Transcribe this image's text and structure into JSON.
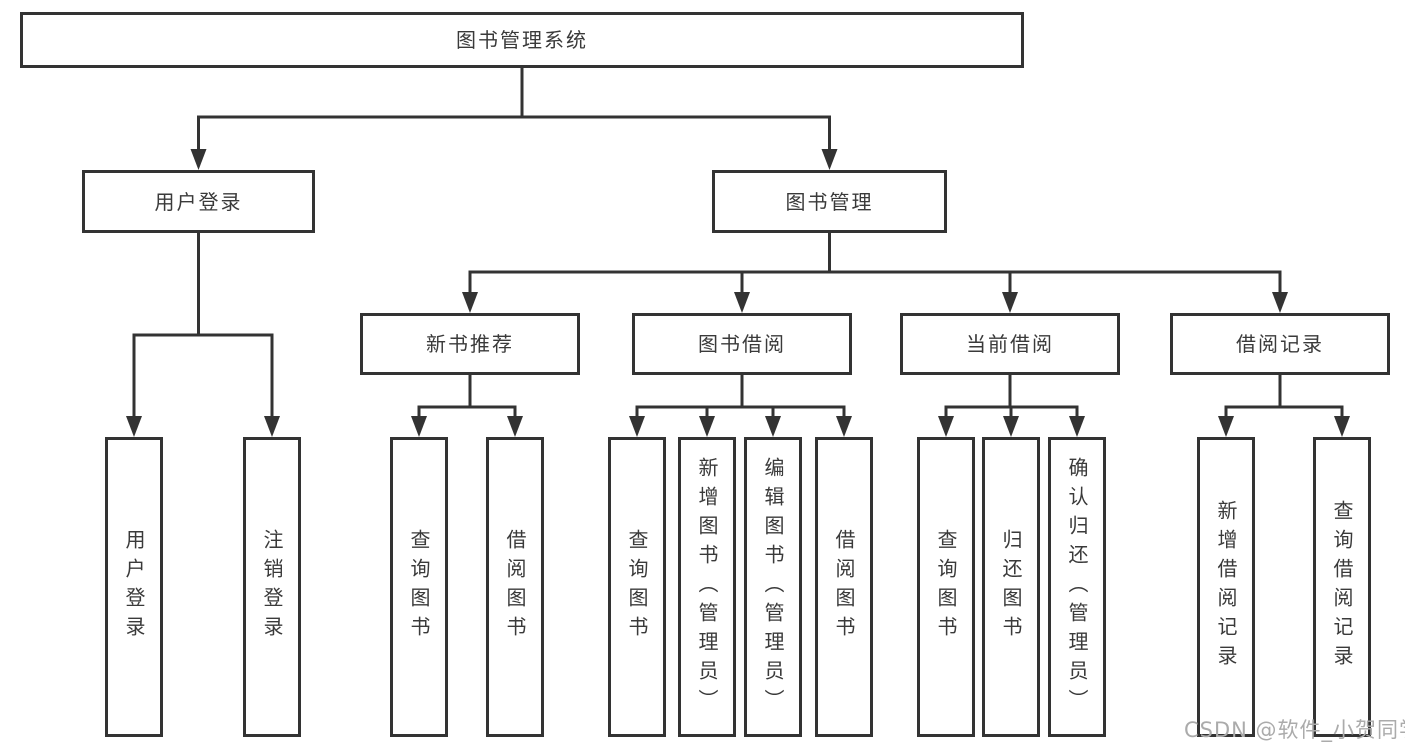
{
  "colors": {
    "line": "#333333",
    "border": "#333333",
    "text": "#3a3a3a",
    "background": "#ffffff",
    "watermark": "#ababab"
  },
  "watermark": {
    "text": "CSDN @软件_小贺同学"
  },
  "tree": {
    "label": "图书管理系统",
    "children": [
      {
        "label": "用户登录",
        "children": [
          {
            "label": "用户登录"
          },
          {
            "label": "注销登录"
          }
        ]
      },
      {
        "label": "图书管理",
        "children": [
          {
            "label": "新书推荐",
            "children": [
              {
                "label": "查询图书"
              },
              {
                "label": "借阅图书"
              }
            ]
          },
          {
            "label": "图书借阅",
            "children": [
              {
                "label": "查询图书"
              },
              {
                "label": "新增图书（管理员）"
              },
              {
                "label": "编辑图书（管理员）"
              },
              {
                "label": "借阅图书"
              }
            ]
          },
          {
            "label": "当前借阅",
            "children": [
              {
                "label": "查询图书"
              },
              {
                "label": "归还图书"
              },
              {
                "label": "确认归还（管理员）"
              }
            ]
          },
          {
            "label": "借阅记录",
            "children": [
              {
                "label": "新增借阅记录"
              },
              {
                "label": "查询借阅记录"
              }
            ]
          }
        ]
      }
    ]
  }
}
